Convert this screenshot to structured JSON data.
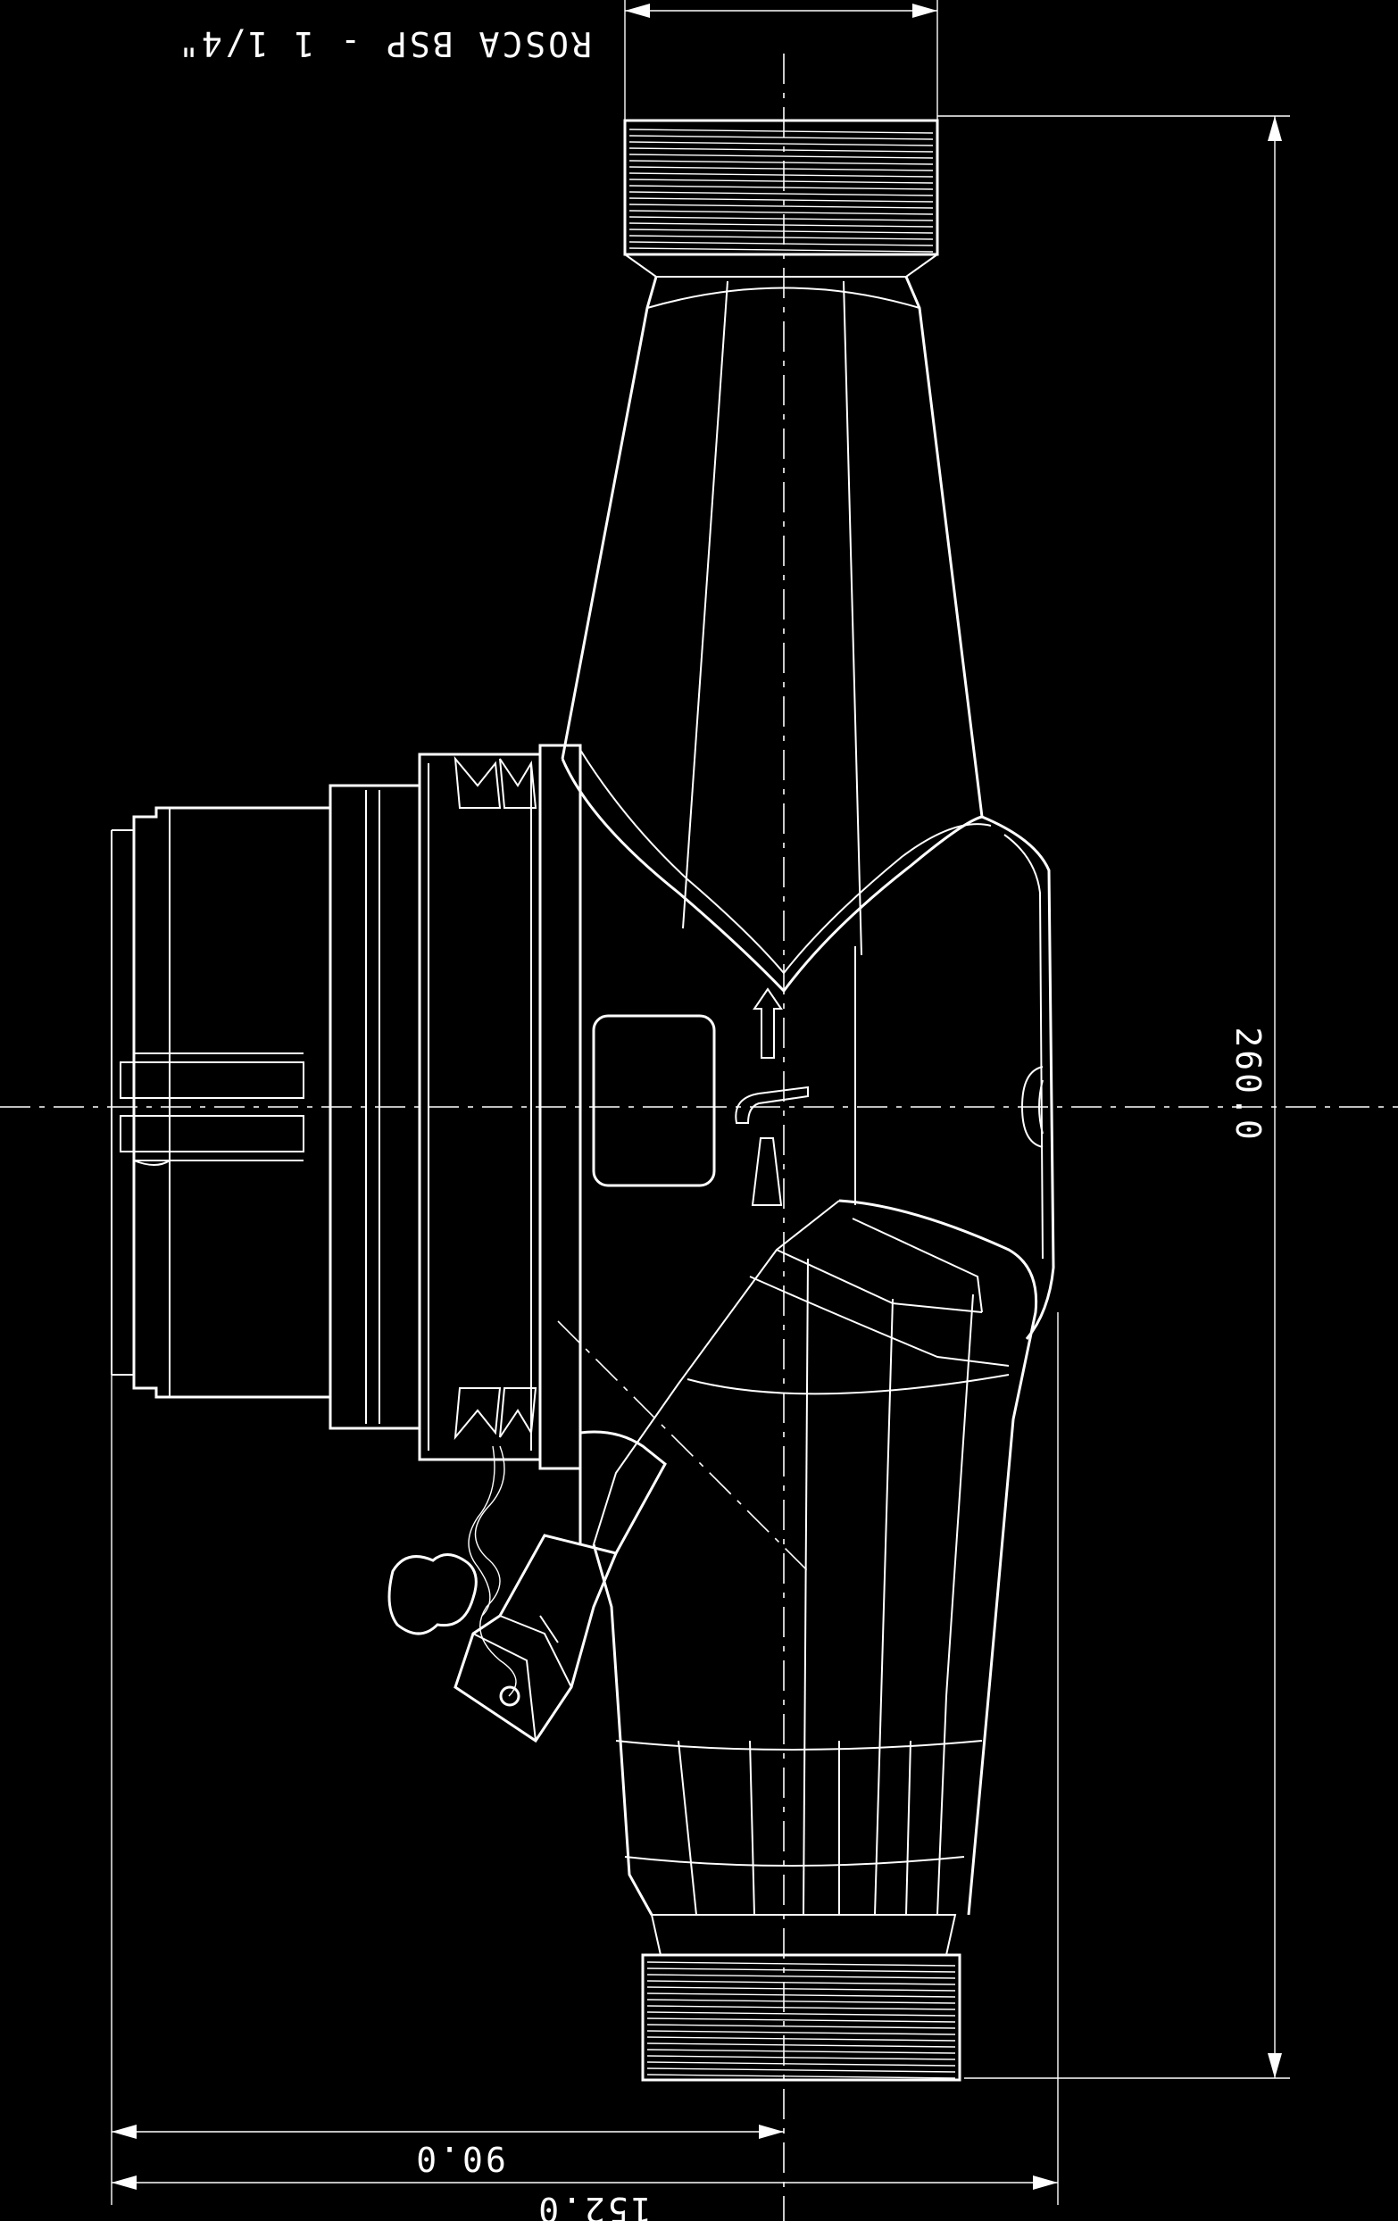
{
  "drawing": {
    "thread_note": "ROSCA BSP - 1 1/4\"",
    "dimensions": {
      "overall_length": "260.0",
      "total_height": "152.0",
      "axis_height": "90.0"
    },
    "colors": {
      "background": "#000000",
      "linework": "#ffffff"
    }
  }
}
